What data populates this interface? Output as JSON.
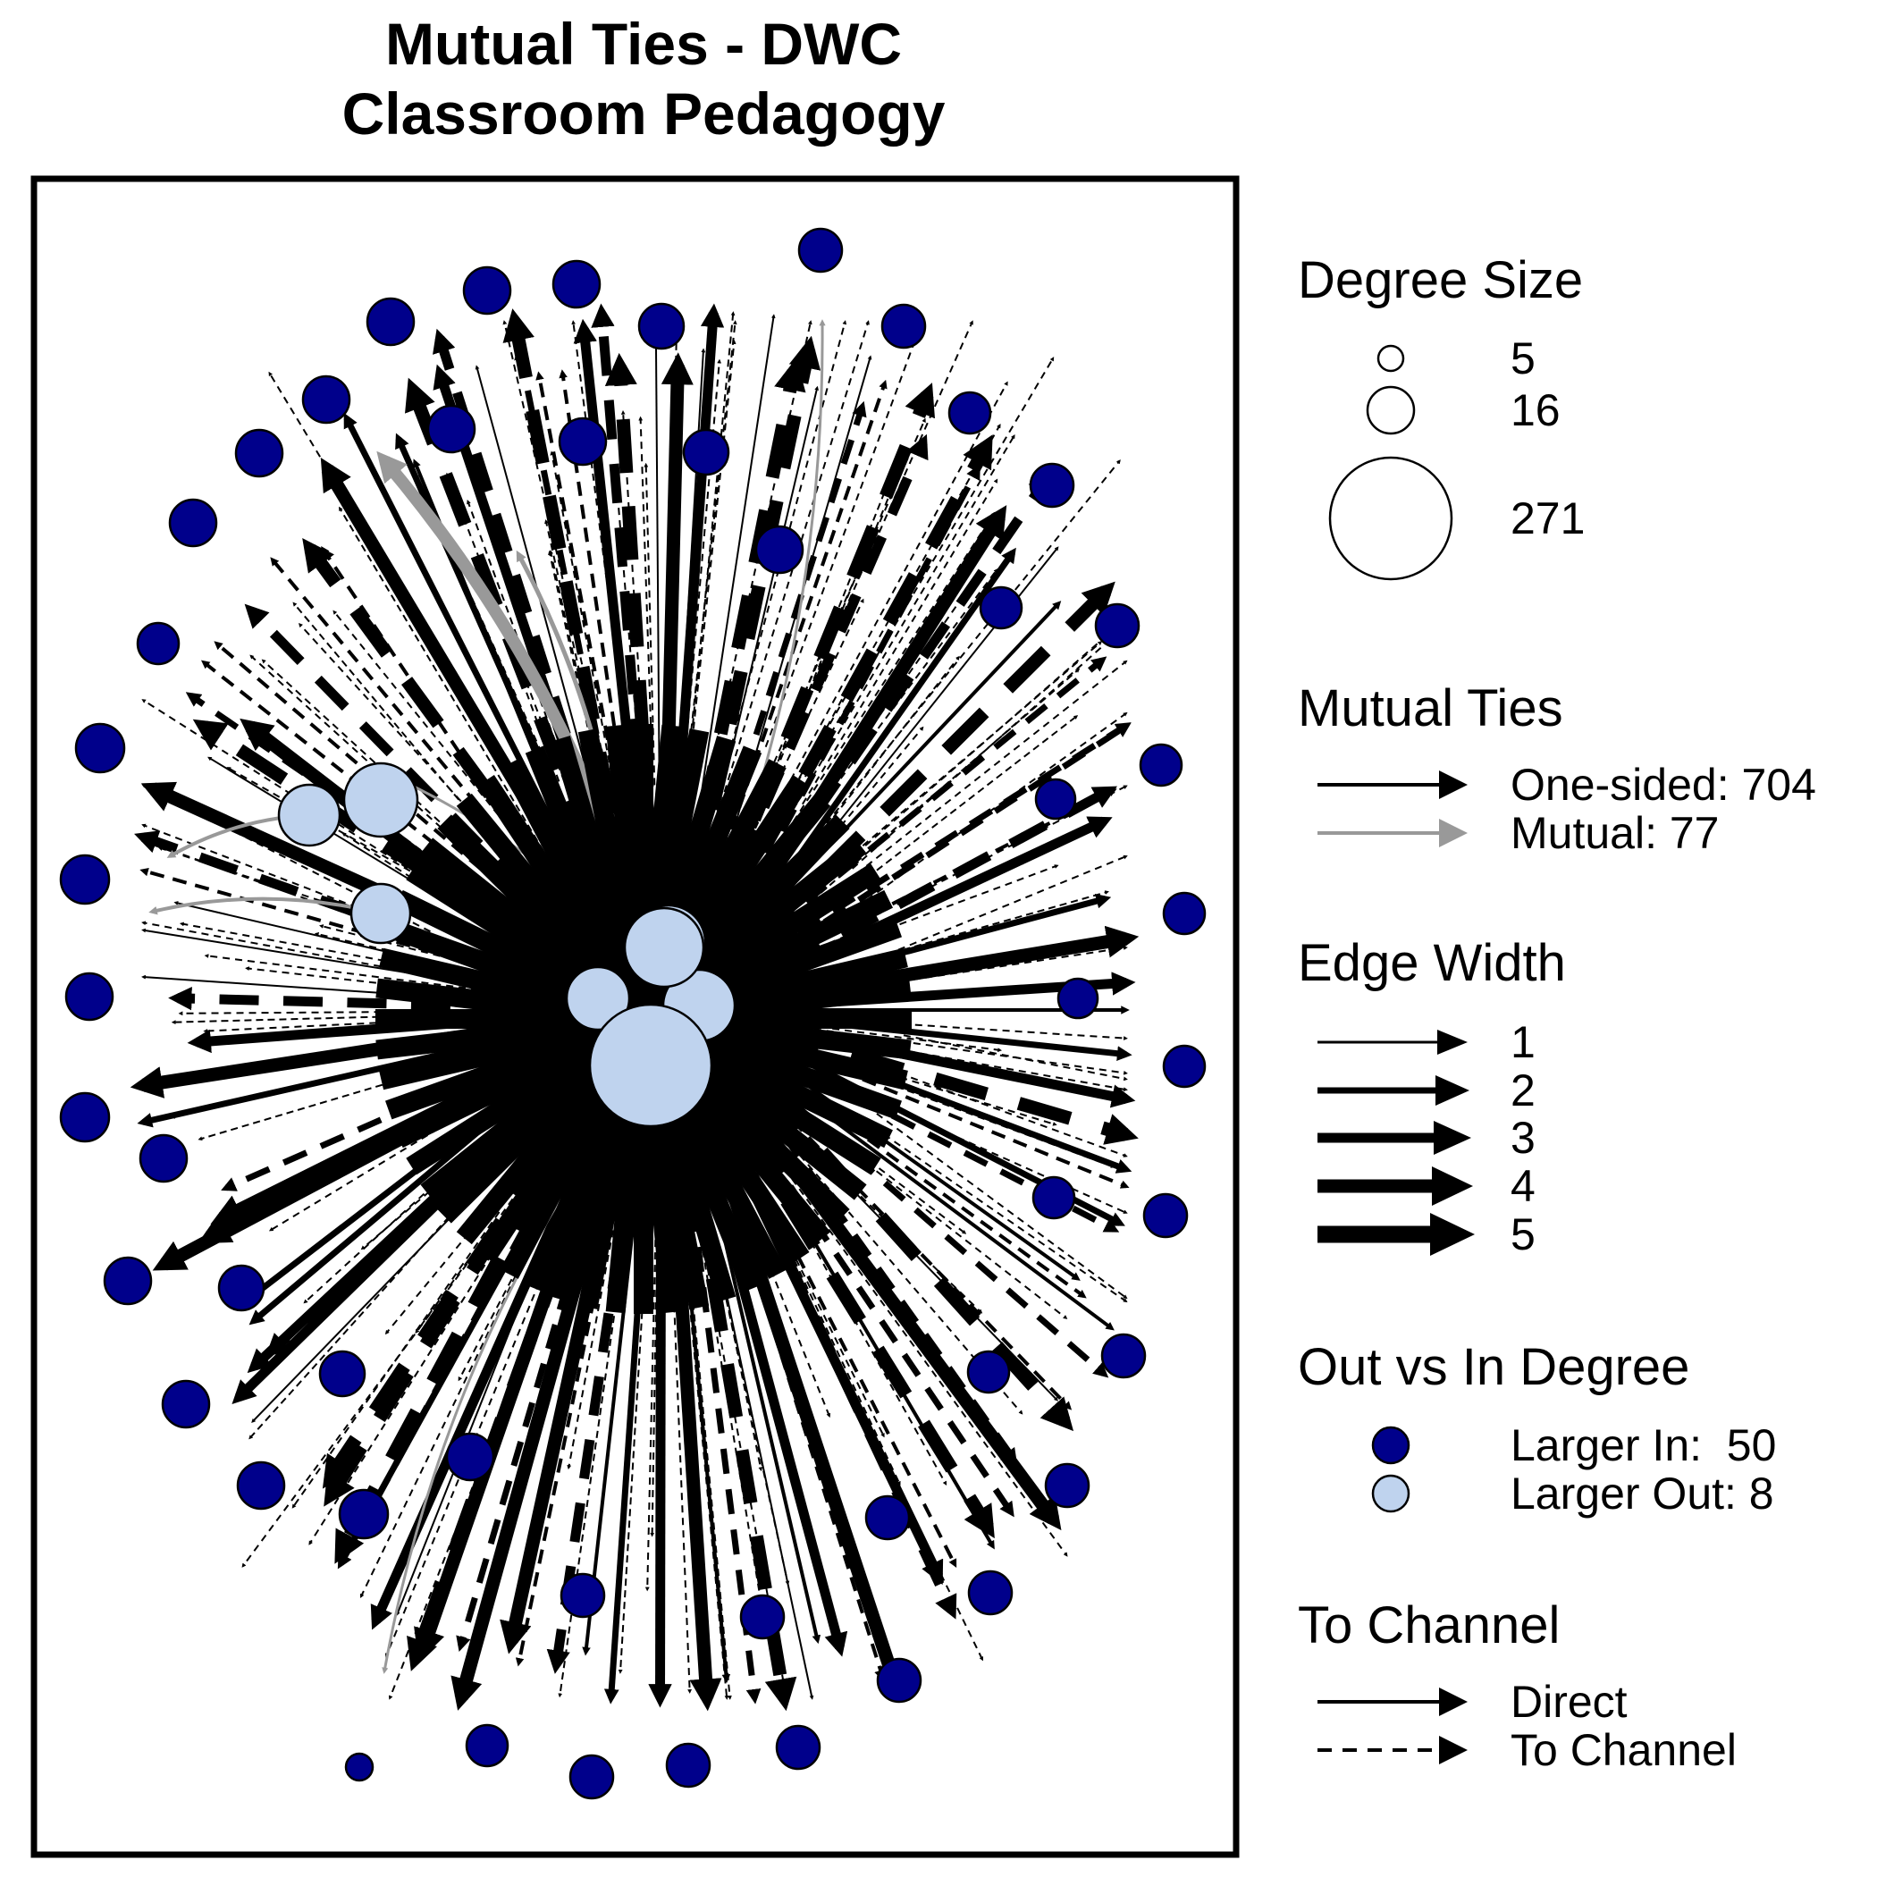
{
  "title": {
    "line1": "Mutual Ties - DWC",
    "line2": "Classroom Pedagogy"
  },
  "colors": {
    "larger_in": "#00008B",
    "larger_out": "#BFD3EE",
    "one_sided": "#000000",
    "mutual": "#999999"
  },
  "legend": {
    "degree_size": {
      "heading": "Degree Size",
      "items": [
        {
          "label": "5",
          "value": 5
        },
        {
          "label": "16",
          "value": 16
        },
        {
          "label": "271",
          "value": 271
        }
      ]
    },
    "mutual_ties": {
      "heading": "Mutual Ties",
      "items": [
        {
          "label": "One-sided: 704",
          "type": "one_sided"
        },
        {
          "label": "Mutual: 77",
          "type": "mutual"
        }
      ]
    },
    "edge_width": {
      "heading": "Edge Width",
      "items": [
        {
          "label": "1",
          "value": 1
        },
        {
          "label": "2",
          "value": 2
        },
        {
          "label": "3",
          "value": 3
        },
        {
          "label": "4",
          "value": 4
        },
        {
          "label": "5",
          "value": 5
        }
      ]
    },
    "out_vs_in": {
      "heading": "Out vs In Degree",
      "items": [
        {
          "label": "Larger In:  50",
          "type": "larger_in"
        },
        {
          "label": "Larger Out: 8",
          "type": "larger_out"
        }
      ]
    },
    "to_channel": {
      "heading": "To Channel",
      "items": [
        {
          "label": "Direct",
          "type": "direct"
        },
        {
          "label": "To Channel",
          "type": "to_channel"
        }
      ]
    }
  }
}
